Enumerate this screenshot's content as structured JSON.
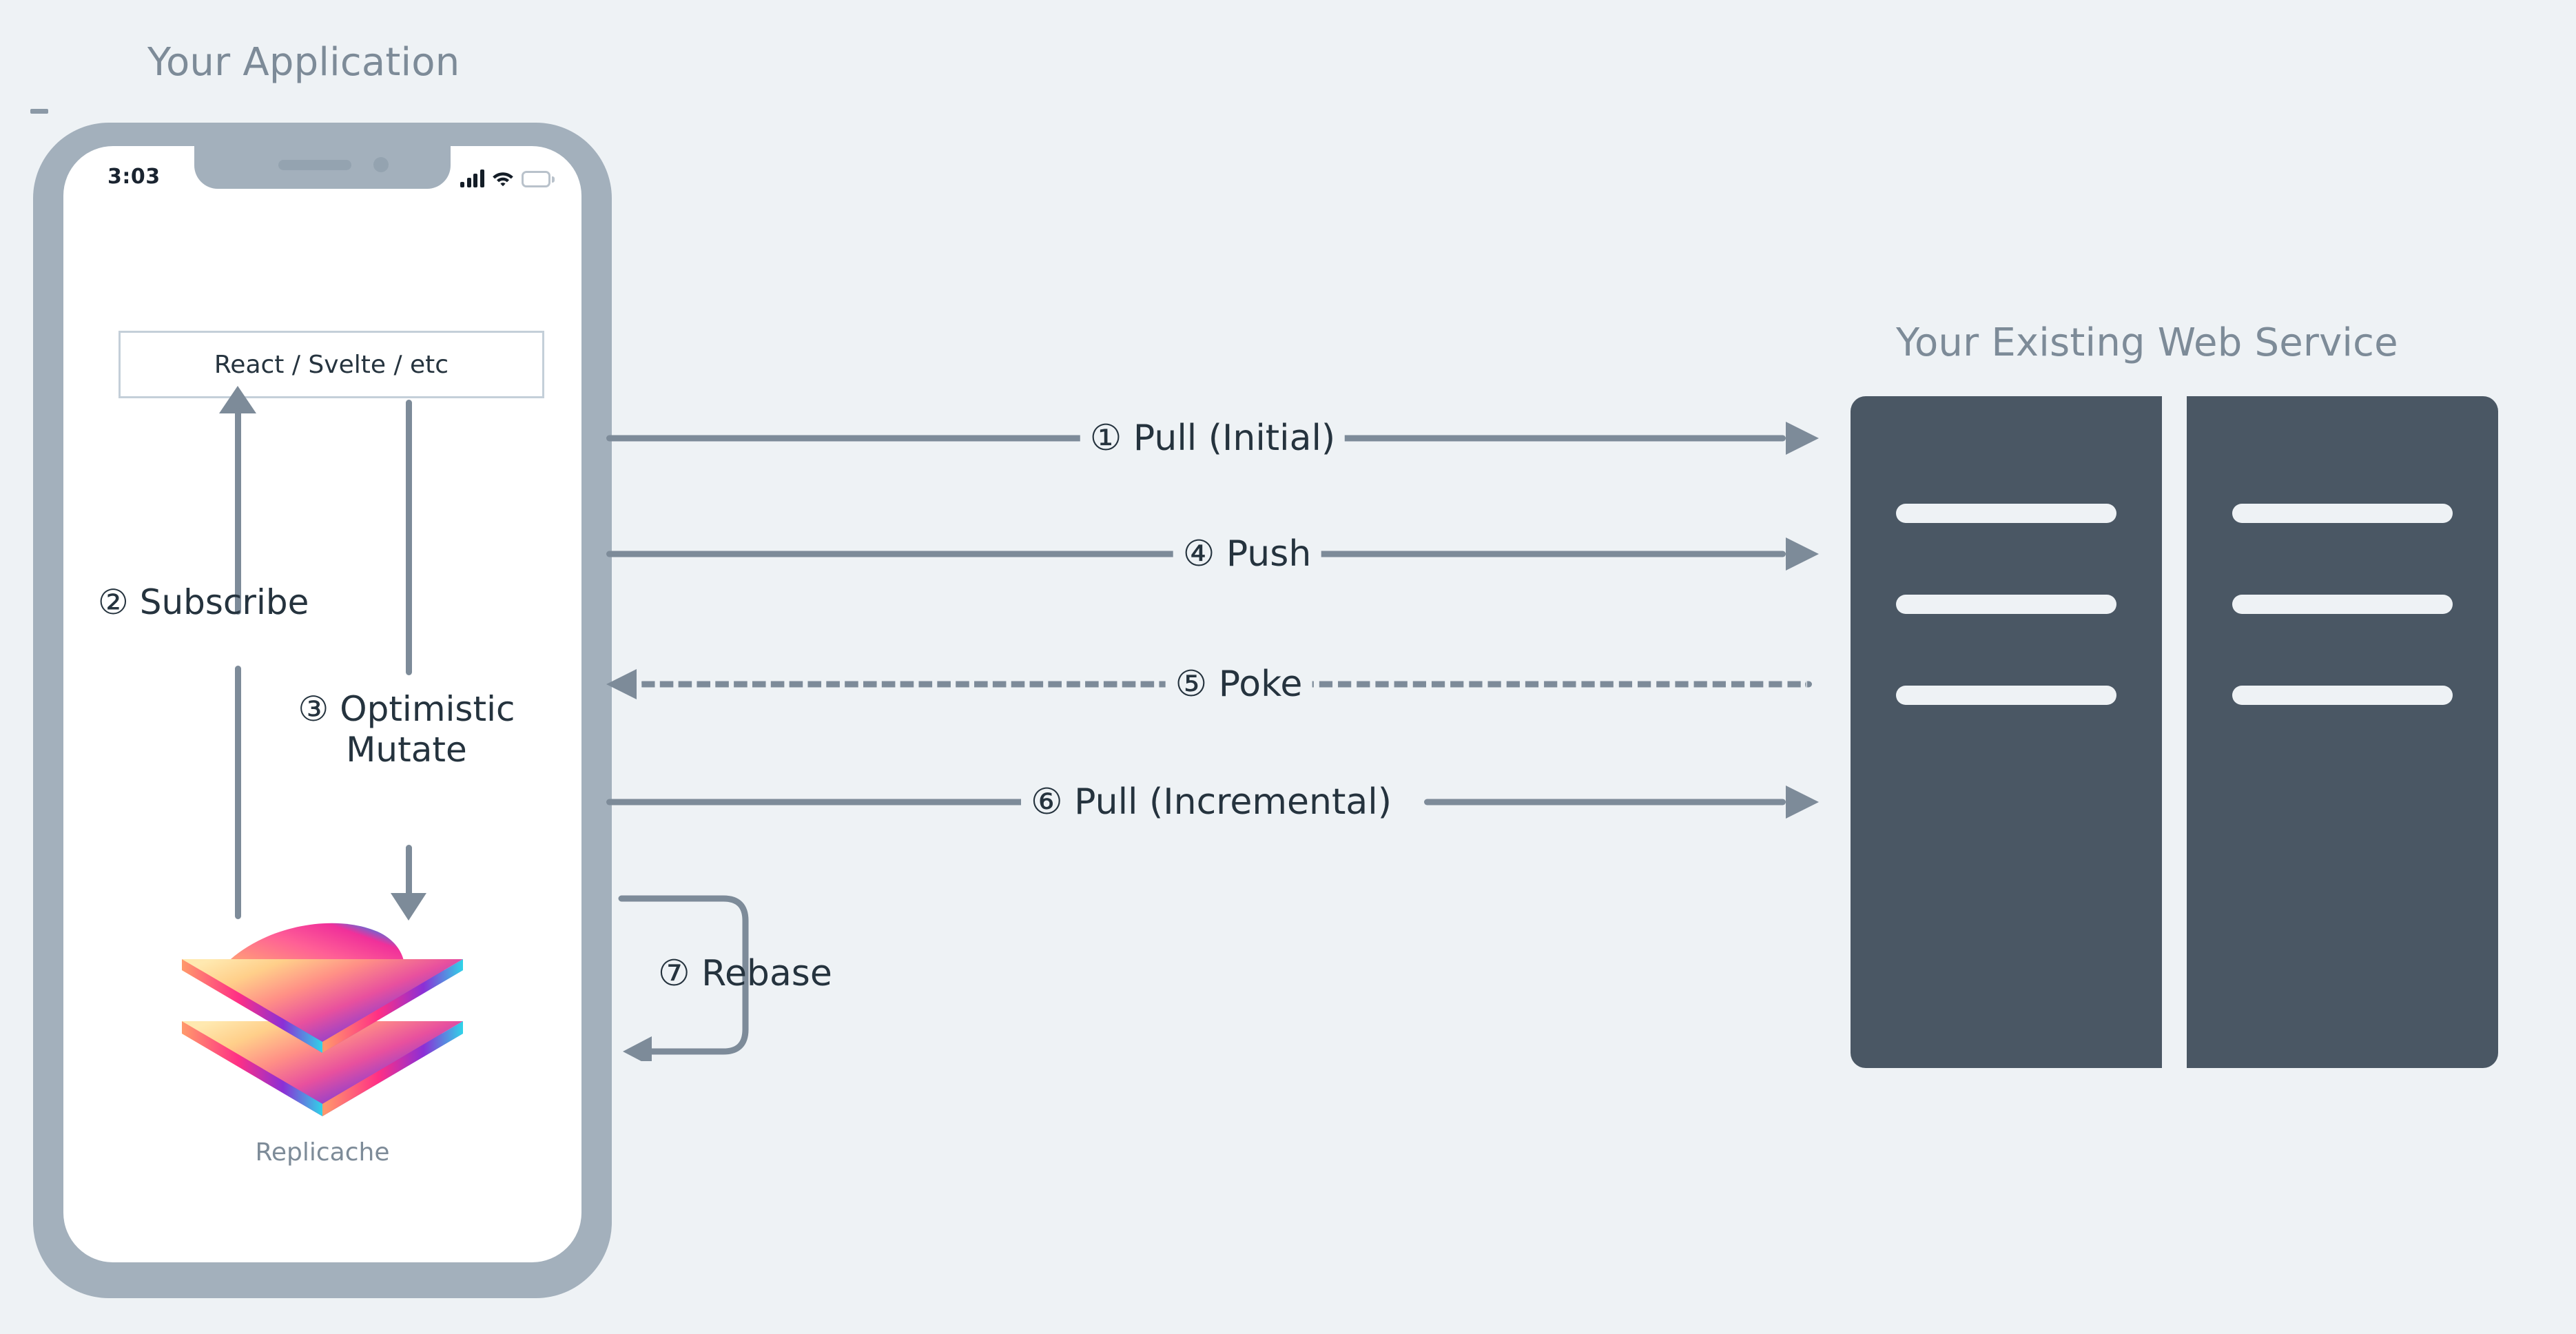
{
  "colors": {
    "background": "#eef2f5",
    "title": "#7d8b98",
    "arrow": "#7d8b99",
    "label_text": "#25333e",
    "phone_frame": "#a3b0bc",
    "phone_screen": "#ffffff",
    "server": "#4a5764",
    "server_slot": "#eef2f5",
    "box_border": "#c4cfd9"
  },
  "app": {
    "title": "Your Application",
    "phone": {
      "status_bar": {
        "time": "3:03",
        "icons": [
          "signal-bars-icon",
          "wifi-icon",
          "battery-icon"
        ]
      },
      "framework_box": {
        "label": "React / Svelte / etc"
      },
      "datastore": {
        "logo": "replicache-layers-logo",
        "caption": "Replicache"
      },
      "internal_flows": [
        {
          "number": "②",
          "label": "Subscribe",
          "direction": "up"
        },
        {
          "number": "③",
          "label_line1": "Optimistic",
          "label_line2": "Mutate",
          "direction": "down"
        }
      ]
    }
  },
  "service": {
    "title": "Your Existing Web Service",
    "racks": [
      {
        "slots": 3
      },
      {
        "slots": 3
      }
    ]
  },
  "flows": [
    {
      "id": "pull-initial",
      "number": "①",
      "label": "Pull (Initial)",
      "direction": "right",
      "style": "solid",
      "display": "① Pull (Initial)"
    },
    {
      "id": "push",
      "number": "④",
      "label": "Push",
      "direction": "right",
      "style": "solid",
      "display": "④ Push"
    },
    {
      "id": "poke",
      "number": "⑤",
      "label": "Poke",
      "direction": "left",
      "style": "dashed",
      "display": "⑤ Poke"
    },
    {
      "id": "pull-incremental",
      "number": "⑥",
      "label": "Pull (Incremental)",
      "direction": "right",
      "style": "solid",
      "display": "⑥ Pull (Incremental)"
    },
    {
      "id": "rebase",
      "number": "⑦",
      "label": "Rebase",
      "direction": "loop",
      "style": "solid",
      "display": "⑦ Rebase"
    }
  ],
  "in_phone_labels": {
    "subscribe": "② Subscribe",
    "mutate_line1": "③ Optimistic",
    "mutate_line2": "Mutate"
  }
}
